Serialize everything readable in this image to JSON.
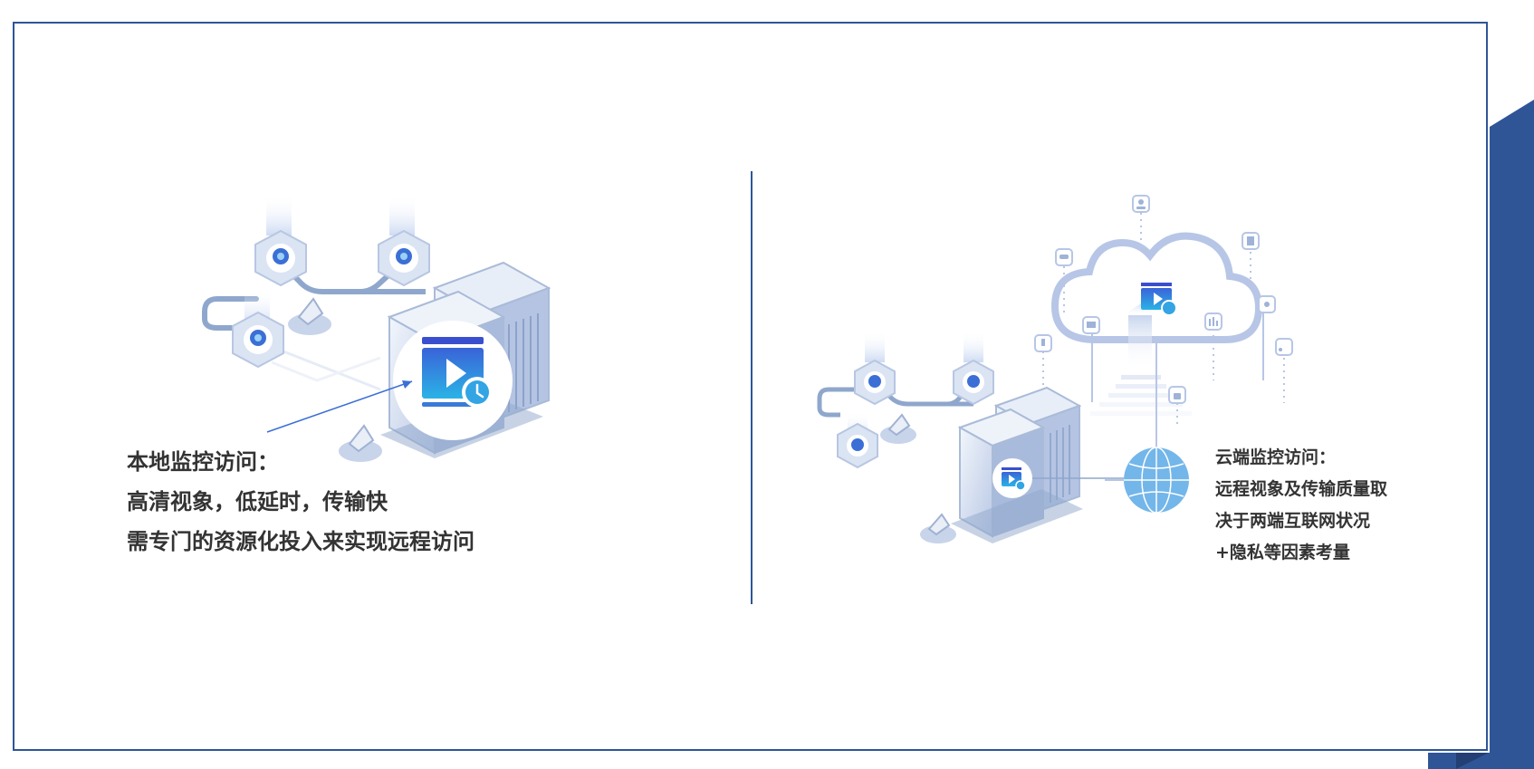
{
  "left_panel": {
    "lines": [
      "本地监控访问：",
      "高清视象，低延时，传输快",
      "需专门的资源化投入来实现远程访问"
    ],
    "icons": [
      "camera-icon",
      "server-icon",
      "video-clock-icon",
      "router-icon"
    ]
  },
  "right_panel": {
    "lines": [
      "云端监控访问：",
      "远程视象及传输质量取",
      "决于两端互联网状况",
      "+隐私等因素考量"
    ],
    "icons": [
      "cloud-icon",
      "globe-icon",
      "server-icon",
      "camera-icon",
      "video-clock-icon",
      "user-icon",
      "document-icon",
      "chat-icon",
      "chart-icon",
      "rss-icon",
      "lock-icon",
      "monitor-icon",
      "download-icon",
      "refresh-icon"
    ]
  },
  "colors": {
    "border": "#2f5597",
    "accent": "#2f5597",
    "text": "#333333",
    "icon_blue": "#3b6fd6",
    "cloud": "#b7c6e6",
    "globe": "#5aa9e6"
  }
}
